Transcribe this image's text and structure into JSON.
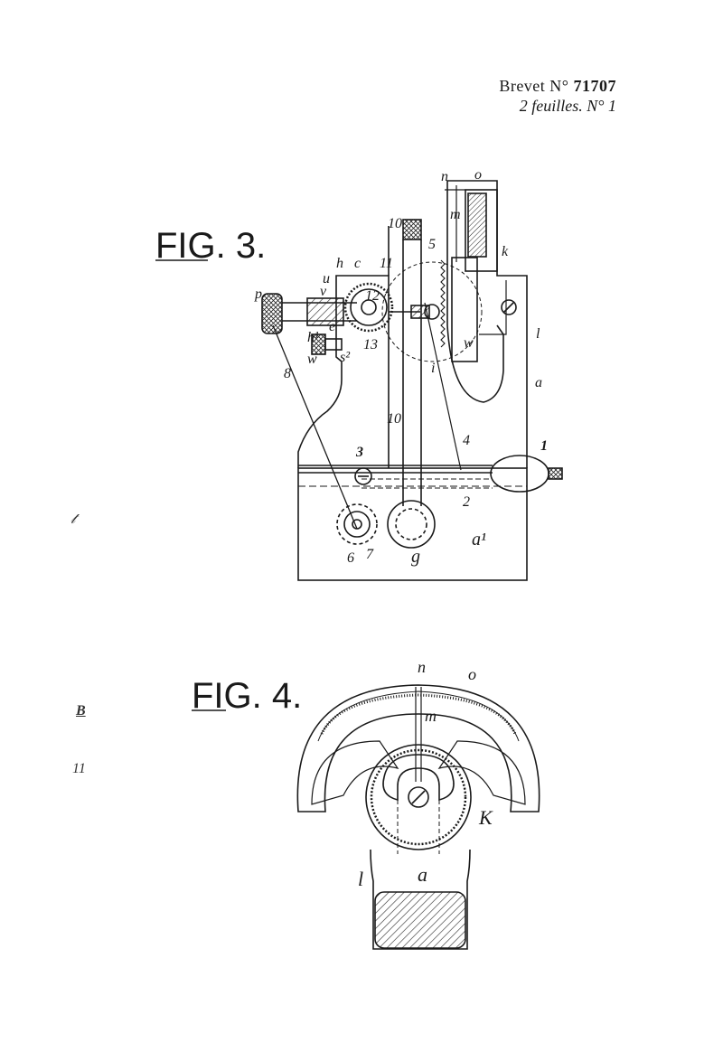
{
  "header": {
    "brevet_prefix": "Brevet N°",
    "brevet_number": "71707",
    "sheets": "2 feuilles. N° 1"
  },
  "fig3": {
    "title": "FIG. 3.",
    "labels": {
      "n": "n",
      "o": "o",
      "m": "m",
      "k": "k",
      "t10": "10",
      "s5": "5",
      "h": "h",
      "c": "c",
      "t11": "11",
      "u": "u",
      "v": "v",
      "p": "p",
      "t12": "12",
      "h1": "h¹",
      "e": "e",
      "t13": "13",
      "w_left": "w",
      "s2": "s²",
      "t8": "8",
      "w_right": "w",
      "i": "i",
      "l": "l",
      "a": "a",
      "t10b": "10",
      "t4": "4",
      "t1": "1",
      "t3": "3",
      "t2": "2",
      "a1": "a¹",
      "t6": "6",
      "t7": "7",
      "g": "g"
    }
  },
  "fig4": {
    "title": "FIG. 4.",
    "labels": {
      "n": "n",
      "o": "o",
      "m": "m",
      "k": "K",
      "l": "l",
      "a": "a"
    }
  },
  "margin": {
    "mark_top": "𝓉",
    "mark_b": "B",
    "mark_11": "11"
  }
}
